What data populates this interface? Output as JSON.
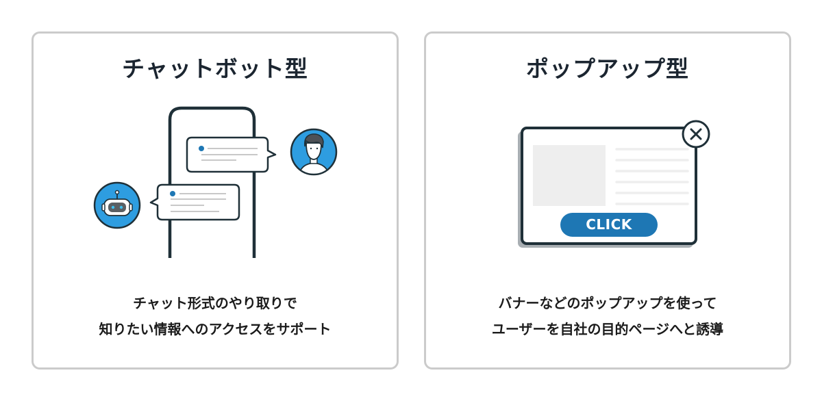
{
  "cards": [
    {
      "id": "chatbot",
      "title": "チャットボット型",
      "description_lines": [
        "チャット形式のやり取りで",
        "知りたい情報へのアクセスをサポート"
      ],
      "illustration": {
        "type": "phone-chat",
        "icons": [
          "robot-avatar-icon",
          "user-avatar-icon"
        ],
        "bubbles": 2
      }
    },
    {
      "id": "popup",
      "title": "ポップアップ型",
      "description_lines": [
        "バナーなどのポップアップを使って",
        "ユーザーを自社の目的ページへと誘導"
      ],
      "illustration": {
        "type": "popup-window",
        "button_label": "CLICK",
        "icons": [
          "close-icon"
        ]
      }
    }
  ],
  "colors": {
    "stroke": "#1f3038",
    "accent_blue": "#2e9de0",
    "button_blue": "#1e77b4",
    "card_border": "#cbcbcb",
    "placeholder_gray": "#eeeeee",
    "line_gray": "#c8c8c8",
    "shadow_gray": "#a8aeb2"
  }
}
